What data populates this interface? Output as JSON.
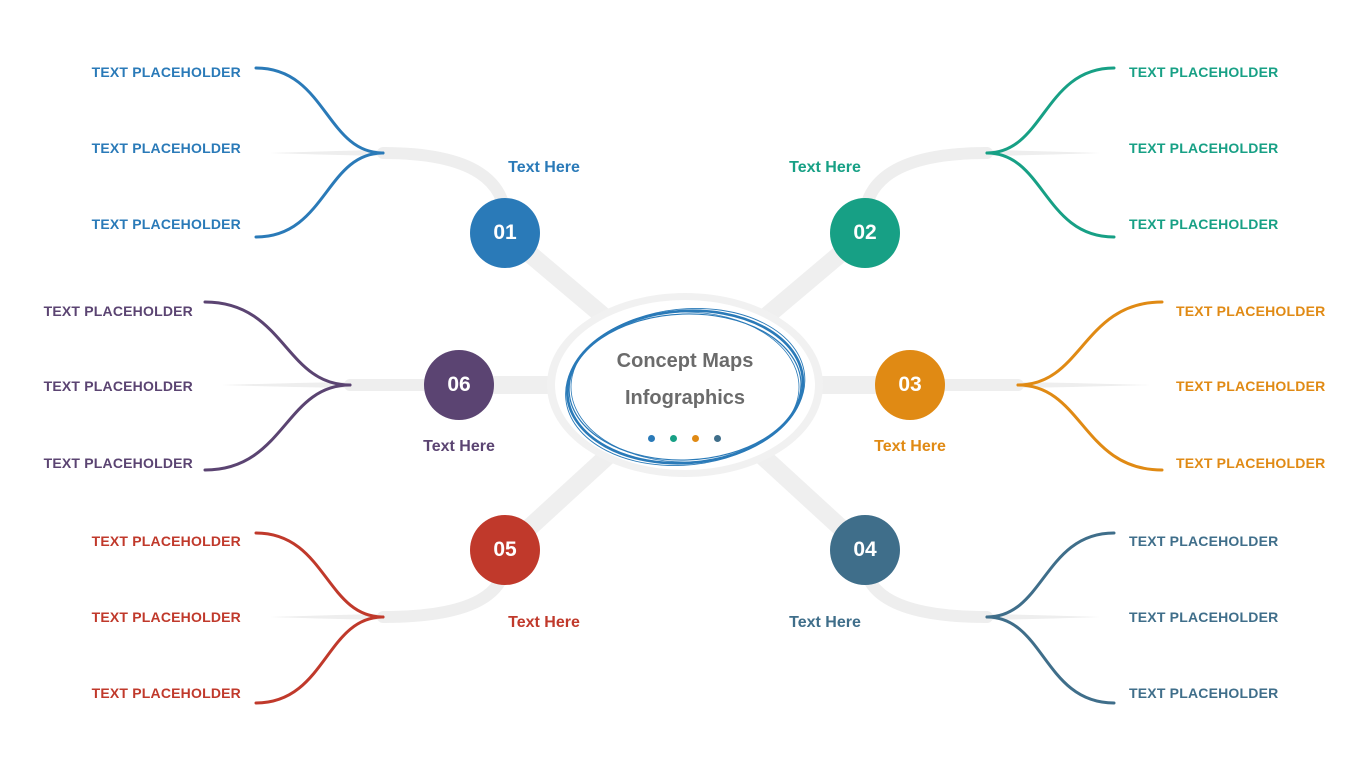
{
  "center": {
    "title_line1": "Concept  Maps",
    "title_line2": "Infographics",
    "dot_colors": [
      "#2a7ab8",
      "#17a085",
      "#e08a14",
      "#3f6e8a"
    ],
    "ring_color": "#2a7ab8"
  },
  "nodes": [
    {
      "number": "01",
      "caption": "Text Here",
      "color": "#2a7ab8",
      "items": [
        "TEXT PLACEHOLDER",
        "TEXT PLACEHOLDER",
        "TEXT PLACEHOLDER"
      ]
    },
    {
      "number": "02",
      "caption": "Text Here",
      "color": "#17a085",
      "items": [
        "TEXT PLACEHOLDER",
        "TEXT PLACEHOLDER",
        "TEXT PLACEHOLDER"
      ]
    },
    {
      "number": "03",
      "caption": "Text Here",
      "color": "#e08a14",
      "items": [
        "TEXT PLACEHOLDER",
        "TEXT PLACEHOLDER",
        "TEXT PLACEHOLDER"
      ]
    },
    {
      "number": "04",
      "caption": "Text Here",
      "color": "#3f6e8a",
      "items": [
        "TEXT PLACEHOLDER",
        "TEXT PLACEHOLDER",
        "TEXT PLACEHOLDER"
      ]
    },
    {
      "number": "05",
      "caption": "Text Here",
      "color": "#c0392b",
      "items": [
        "TEXT PLACEHOLDER",
        "TEXT PLACEHOLDER",
        "TEXT PLACEHOLDER"
      ]
    },
    {
      "number": "06",
      "caption": "Text Here",
      "color": "#5b4472",
      "items": [
        "TEXT PLACEHOLDER",
        "TEXT PLACEHOLDER",
        "TEXT PLACEHOLDER"
      ]
    }
  ]
}
